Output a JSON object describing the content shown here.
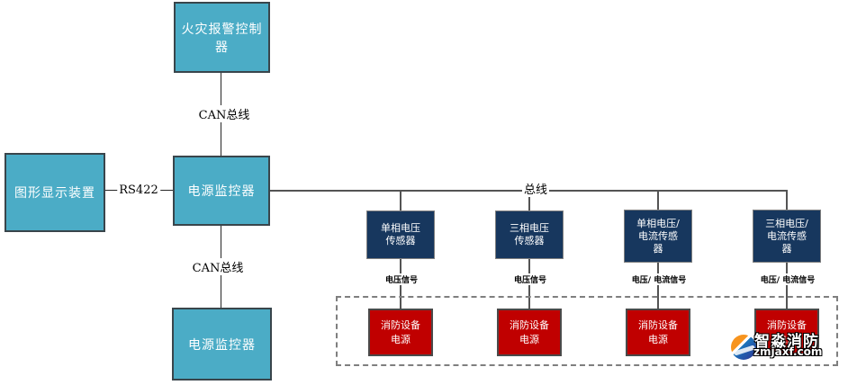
{
  "palette": {
    "controller_fill": "#4bacc6",
    "sensor_fill": "#17375e",
    "power_fill": "#c00000",
    "line_color": "#545454",
    "dashed_border": "#7f7f7f"
  },
  "nodes": {
    "fire_alarm_controller": {
      "label": "火灾报警控制器"
    },
    "graphic_display": {
      "label": "图形显示装置"
    },
    "power_monitor_main": {
      "label": "电源监控器"
    },
    "power_monitor_secondary": {
      "label": "电源监控器"
    }
  },
  "bus_labels": {
    "can_bus_top": "CAN总线",
    "can_bus_bottom": "CAN总线",
    "rs422": "RS422",
    "bus": "总线"
  },
  "sensors": [
    {
      "lines": [
        "单相电压",
        "传感器"
      ],
      "signal": "电压信号"
    },
    {
      "lines": [
        "三相电压",
        "传感器"
      ],
      "signal": "电压信号"
    },
    {
      "lines": [
        "单相电压/",
        "电流传感",
        "器"
      ],
      "signal": "电压/ 电流信号"
    },
    {
      "lines": [
        "三相电压/",
        "电流传感",
        "器"
      ],
      "signal": "电压/ 电流信号"
    }
  ],
  "power_supplies": [
    {
      "lines": [
        "消防设备",
        "电源"
      ]
    },
    {
      "lines": [
        "消防设备",
        "电源"
      ]
    },
    {
      "lines": [
        "消防设备",
        "电源"
      ]
    },
    {
      "lines": [
        "消防设备",
        "电源"
      ]
    }
  ],
  "watermark": {
    "brand": "智淼消防",
    "site": "zmjaxf.com"
  }
}
